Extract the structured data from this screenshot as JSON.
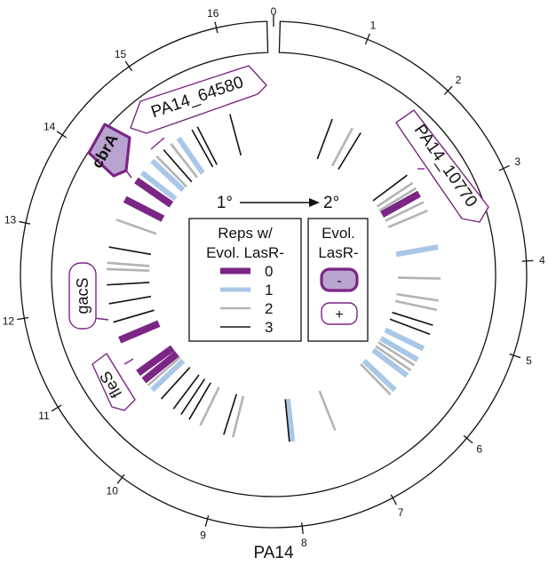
{
  "genome": {
    "name": "PA14",
    "ticks": [
      "0",
      "1",
      "2",
      "3",
      "4",
      "5",
      "6",
      "7",
      "8",
      "9",
      "10",
      "11",
      "12",
      "13",
      "14",
      "15",
      "16"
    ]
  },
  "flow": {
    "from": "1°",
    "to": "2°"
  },
  "legend_reps": {
    "title_line1": "Reps w/",
    "title_line2": "Evol. LasR-",
    "entries": [
      {
        "label": "0",
        "color": "#7b2585",
        "width": "wide"
      },
      {
        "label": "1",
        "color": "#a9c7e6",
        "width": "wide"
      },
      {
        "label": "2",
        "color": "#b3b3b3",
        "width": "thin"
      },
      {
        "label": "3",
        "color": "#111111",
        "width": "thin"
      }
    ]
  },
  "legend_evol": {
    "title_line1": "Evol.",
    "title_line2": "LasR-",
    "minus_label": "-",
    "plus_label": "+",
    "minus_fill": "#b9a3d0",
    "border_color": "#7b2585"
  },
  "genes": {
    "pa14_64580": "PA14_64580",
    "cbra": "cbrA",
    "pa14_10770": "PA14_10770",
    "gacs": "gacS",
    "fles": "fleS"
  },
  "chart_data": {
    "type": "diagram",
    "genome_length_ticks": 16.6,
    "reps_levels": [
      0,
      1,
      2,
      3
    ],
    "mutations": [
      {
        "pos": 0.95,
        "reps": 3,
        "evolved": false
      },
      {
        "pos": 1.3,
        "reps": 2,
        "evolved": false
      },
      {
        "pos": 1.45,
        "reps": 3,
        "evolved": false
      },
      {
        "pos": 2.45,
        "reps": 3,
        "evolved": false
      },
      {
        "pos": 2.6,
        "reps": 2,
        "evolved": false
      },
      {
        "pos": 2.7,
        "reps": 2,
        "evolved": false
      },
      {
        "pos": 2.8,
        "reps": 0,
        "evolved": true
      },
      {
        "pos": 2.95,
        "reps": 2,
        "evolved": false
      },
      {
        "pos": 3.1,
        "reps": 2,
        "evolved": false
      },
      {
        "pos": 3.7,
        "reps": 1,
        "evolved": false
      },
      {
        "pos": 4.2,
        "reps": 2,
        "evolved": false
      },
      {
        "pos": 4.55,
        "reps": 2,
        "evolved": false
      },
      {
        "pos": 4.7,
        "reps": 2,
        "evolved": false
      },
      {
        "pos": 4.95,
        "reps": 3,
        "evolved": false
      },
      {
        "pos": 5.1,
        "reps": 3,
        "evolved": false
      },
      {
        "pos": 5.35,
        "reps": 1,
        "evolved": false
      },
      {
        "pos": 5.55,
        "reps": 1,
        "evolved": false
      },
      {
        "pos": 5.65,
        "reps": 2,
        "evolved": false
      },
      {
        "pos": 5.75,
        "reps": 2,
        "evolved": false
      },
      {
        "pos": 5.85,
        "reps": 1,
        "evolved": false
      },
      {
        "pos": 6.15,
        "reps": 1,
        "evolved": false
      },
      {
        "pos": 6.25,
        "reps": 2,
        "evolved": false
      },
      {
        "pos": 7.3,
        "reps": 2,
        "evolved": false
      },
      {
        "pos": 8.0,
        "reps": 1,
        "evolved": false
      },
      {
        "pos": 8.05,
        "reps": 3,
        "evolved": false
      },
      {
        "pos": 8.95,
        "reps": 2,
        "evolved": false
      },
      {
        "pos": 9.1,
        "reps": 3,
        "evolved": false
      },
      {
        "pos": 9.5,
        "reps": 2,
        "evolved": false
      },
      {
        "pos": 9.7,
        "reps": 3,
        "evolved": false
      },
      {
        "pos": 9.85,
        "reps": 3,
        "evolved": false
      },
      {
        "pos": 10.0,
        "reps": 3,
        "evolved": false
      },
      {
        "pos": 10.25,
        "reps": 3,
        "evolved": false
      },
      {
        "pos": 10.45,
        "reps": 1,
        "evolved": false
      },
      {
        "pos": 10.55,
        "reps": 2,
        "evolved": false
      },
      {
        "pos": 10.65,
        "reps": 0,
        "evolved": false
      },
      {
        "pos": 10.8,
        "reps": 0,
        "evolved": false
      },
      {
        "pos": 11.4,
        "reps": 0,
        "evolved": true
      },
      {
        "pos": 11.7,
        "reps": 3,
        "evolved": false
      },
      {
        "pos": 12.0,
        "reps": 3,
        "evolved": false
      },
      {
        "pos": 12.3,
        "reps": 3,
        "evolved": false
      },
      {
        "pos": 12.55,
        "reps": 2,
        "evolved": false
      },
      {
        "pos": 12.65,
        "reps": 2,
        "evolved": false
      },
      {
        "pos": 12.9,
        "reps": 3,
        "evolved": false
      },
      {
        "pos": 13.35,
        "reps": 2,
        "evolved": false
      },
      {
        "pos": 13.7,
        "reps": 0,
        "evolved": true
      },
      {
        "pos": 14.05,
        "reps": 0,
        "evolved": true
      },
      {
        "pos": 14.2,
        "reps": 1,
        "evolved": false
      },
      {
        "pos": 14.45,
        "reps": 1,
        "evolved": false
      },
      {
        "pos": 14.55,
        "reps": 2,
        "evolved": false
      },
      {
        "pos": 14.7,
        "reps": 3,
        "evolved": false
      },
      {
        "pos": 14.85,
        "reps": 2,
        "evolved": false
      },
      {
        "pos": 15.0,
        "reps": 1,
        "evolved": false
      },
      {
        "pos": 15.25,
        "reps": 3,
        "evolved": false
      },
      {
        "pos": 15.35,
        "reps": 3,
        "evolved": false
      },
      {
        "pos": 15.9,
        "reps": 3,
        "evolved": false
      }
    ]
  }
}
